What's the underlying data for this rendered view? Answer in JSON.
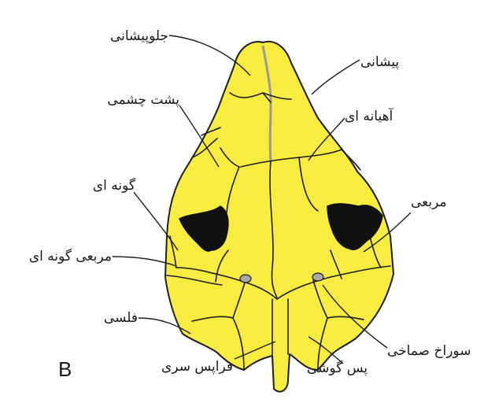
{
  "figure": {
    "panel_letter": "B",
    "colors": {
      "bone": "#f7ec3f",
      "outline": "#1e1e1e",
      "orbit": "#111111",
      "midline": "#9a9a9a",
      "foramen": "#a8a8a8"
    }
  },
  "labels": {
    "premaxilla": "جلوپیشانی",
    "frontal": "پیشانی",
    "postorbital": "پشت چشمی",
    "parietal": "آهیانه ای",
    "jugal": "گونه ای",
    "quadrate": "مربعی",
    "quadratojugal": "مربعی گونه ای",
    "squamosal": "فلسی",
    "stapedial_foramen": "سوراخ صماخی",
    "supraoccipital": "فراپس سری",
    "opisthotic": "پس گوشی"
  }
}
